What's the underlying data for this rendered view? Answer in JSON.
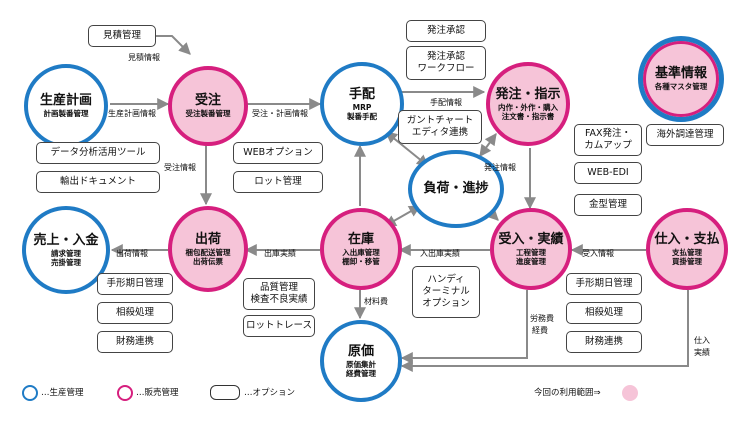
{
  "nodes": {
    "seisan": {
      "title": "生産計画",
      "sub": [
        "計画製番管理"
      ]
    },
    "juchu": {
      "title": "受注",
      "sub": [
        "受注製番管理"
      ]
    },
    "tehai": {
      "title": "手配",
      "sub": [
        "MRP",
        "製番手配"
      ]
    },
    "hatchu": {
      "title": "発注・指示",
      "sub": [
        "内作・外作・購入",
        "注文書・指示書"
      ]
    },
    "kijun": {
      "title": "基準情報",
      "sub": [
        "各種マスタ管理"
      ]
    },
    "fuka": {
      "title": "負荷・進捗",
      "sub": []
    },
    "uriage": {
      "title": "売上・入金",
      "sub": [
        "請求管理",
        "売掛管理"
      ]
    },
    "shukka": {
      "title": "出荷",
      "sub": [
        "梱包配送管理",
        "出荷伝票"
      ]
    },
    "zaiko": {
      "title": "在庫",
      "sub": [
        "入出庫管理",
        "棚卸・移管"
      ]
    },
    "ukeire": {
      "title": "受入・実績",
      "sub": [
        "工程管理",
        "進度管理"
      ]
    },
    "shiire": {
      "title": "仕入・支払",
      "sub": [
        "支払管理",
        "買掛管理"
      ]
    },
    "genka": {
      "title": "原価",
      "sub": [
        "原価集計",
        "経費管理"
      ]
    }
  },
  "options": {
    "mitsumori": [
      "見積管理"
    ],
    "hatchu_shonin": [
      "発注承認"
    ],
    "hatchu_workflow": [
      "発注承認",
      "ワークフロー"
    ],
    "gantt": [
      "ガントチャート",
      "エディタ連携"
    ],
    "fax": [
      "FAX発注・",
      "カムアップ"
    ],
    "kaigai": [
      "海外調達管理"
    ],
    "webedi": [
      "WEB-EDI"
    ],
    "kanagata": [
      "金型管理"
    ],
    "data_bunseki": [
      "データ分析活用ツール"
    ],
    "yushutsu": [
      "輸出ドキュメント"
    ],
    "web_option": [
      "WEBオプション"
    ],
    "lot_kanri": [
      "ロット管理"
    ],
    "hinshitsu": [
      "品質管理",
      "検査不良実績"
    ],
    "lot_trace": [
      "ロットトレース"
    ],
    "handy": [
      "ハンディ",
      "ターミナル",
      "オプション"
    ],
    "tegata1": [
      "手形期日管理"
    ],
    "sousai1": [
      "相殺処理"
    ],
    "zaimu1": [
      "財務連携"
    ],
    "tegata2": [
      "手形期日管理"
    ],
    "sousai2": [
      "相殺処理"
    ],
    "zaimu2": [
      "財務連携"
    ]
  },
  "labels": {
    "mitsumori_joho": "見積情報",
    "seisan_keikaku_joho": "生産計画情報",
    "juchu_keikaku_joho": "受注・計画情報",
    "tehai_joho": "手配情報",
    "juchu_joho": "受注情報",
    "hatchu_joho": "発注情報",
    "shukka_joho": "出荷情報",
    "shukko_jisseki": "出庫実績",
    "nyushukko_jisseki": "入出庫実績",
    "ukeire_joho": "受入情報",
    "zairyohi": "材料費",
    "romuhi": "労務費",
    "keihi": "経費",
    "shiire": "仕入",
    "jisseki": "実績"
  },
  "legend": {
    "production": "…生産管理",
    "sales": "…販売管理",
    "option": "…オプション",
    "scope": "今回の利用範囲⇒"
  },
  "colors": {
    "production": "#1f7bc5",
    "sales": "#d61f7e",
    "sales_fill": "#f6c4d8",
    "line": "#8a8a8a"
  }
}
